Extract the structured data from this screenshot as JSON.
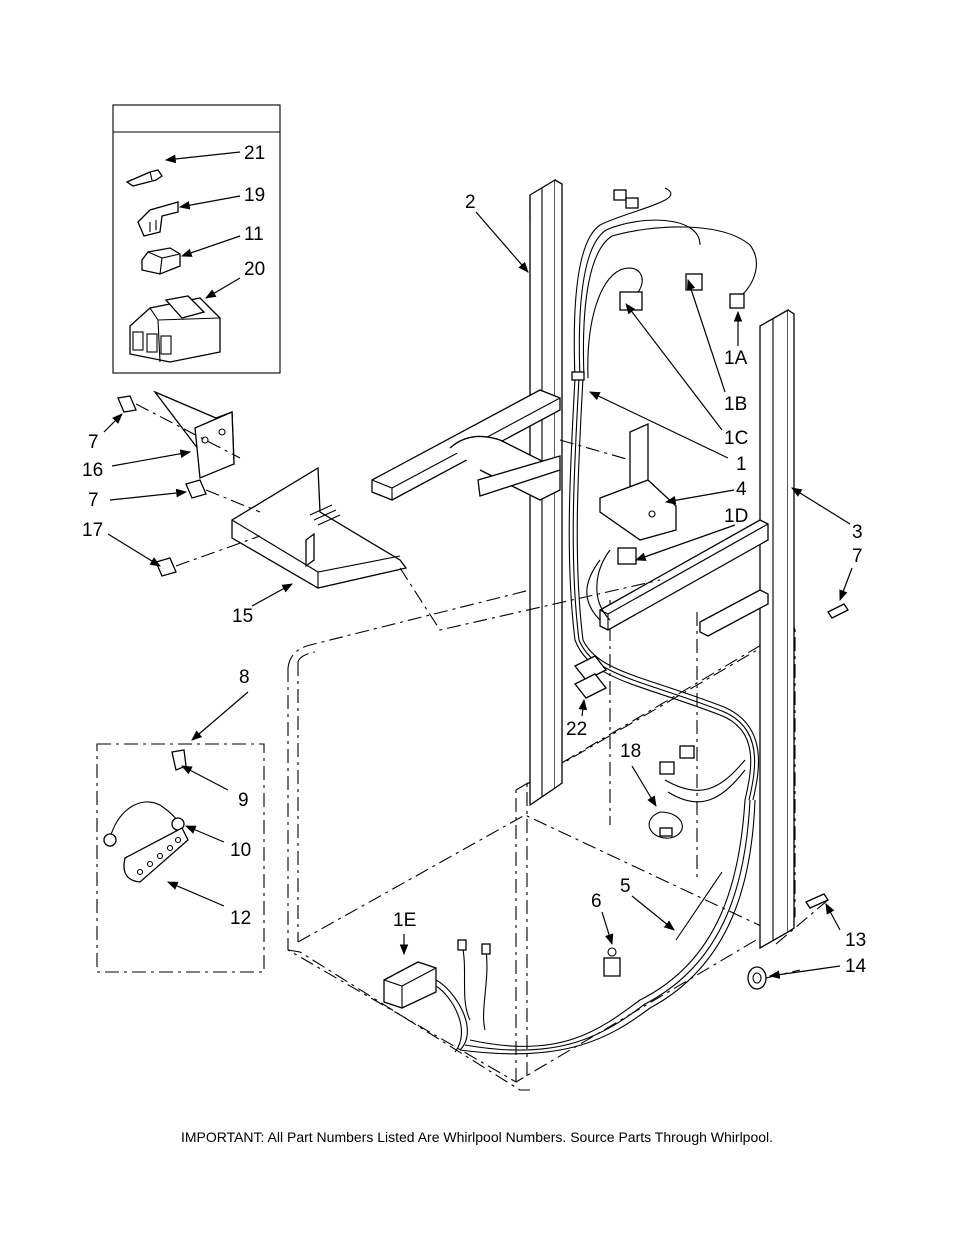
{
  "callouts": {
    "c21": "21",
    "c19": "19",
    "c11": "11",
    "c20": "20",
    "c2": "2",
    "c1A": "1A",
    "c1B": "1B",
    "c1C": "1C",
    "c1": "1",
    "c4": "4",
    "c1D": "1D",
    "c3": "3",
    "c7a": "7",
    "c16": "16",
    "c7b": "7",
    "c17": "17",
    "c15": "15",
    "c7c": "7",
    "c8": "8",
    "c9": "9",
    "c10": "10",
    "c12": "12",
    "c22": "22",
    "c18": "18",
    "c5": "5",
    "c6": "6",
    "c1E": "1E",
    "c13": "13",
    "c14": "14"
  },
  "footer": "IMPORTANT: All Part Numbers Listed Are Whirlpool Numbers. Source Parts Through Whirlpool."
}
